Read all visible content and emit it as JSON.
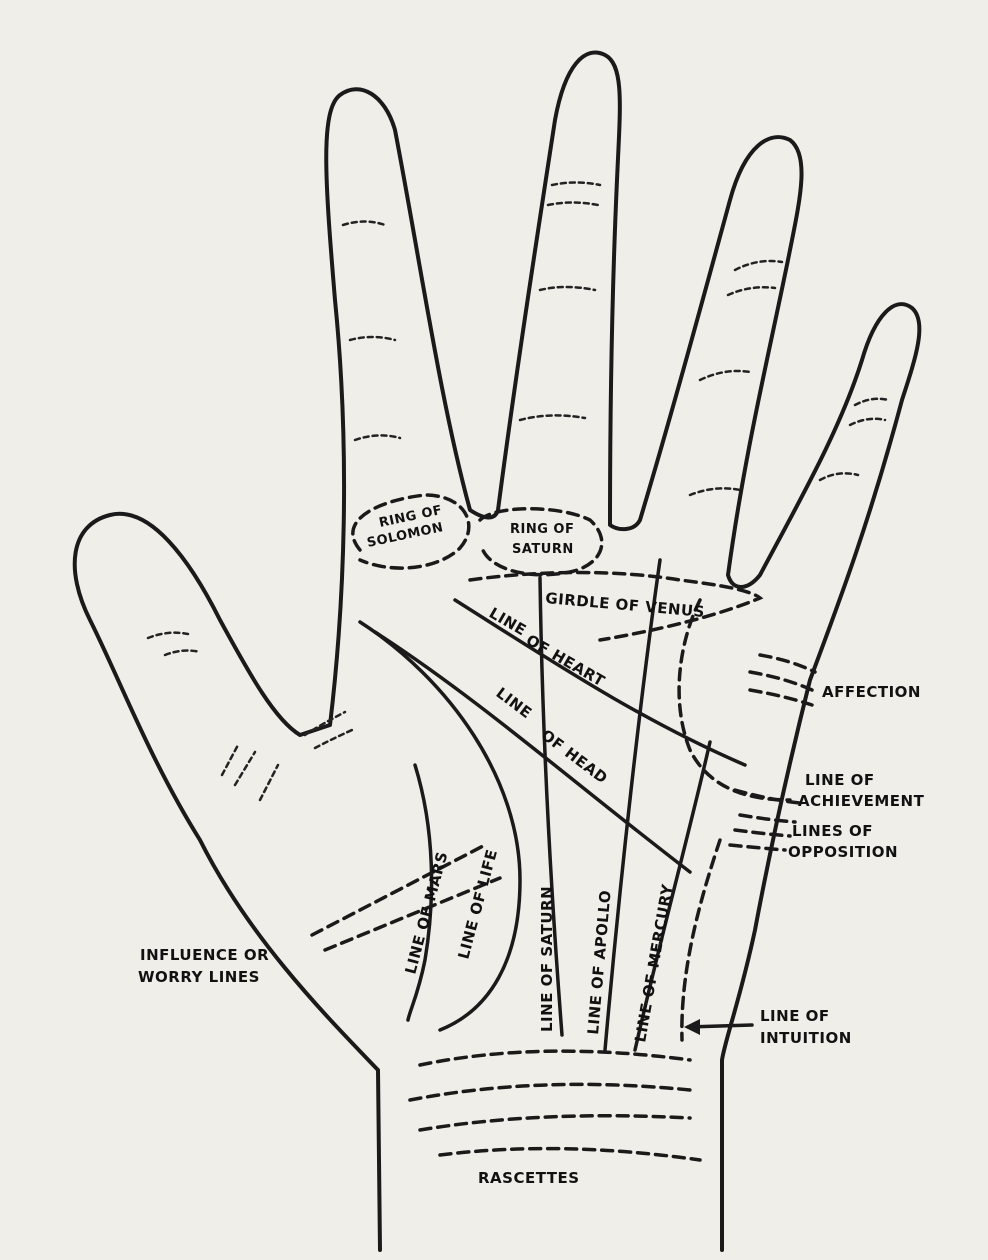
{
  "labels": {
    "ring_of_solomon": [
      "RING OF",
      "SOLOMON"
    ],
    "ring_of_saturn": [
      "RING OF",
      "SATURN"
    ],
    "girdle_of_venus": "GIRDLE OF VENUS",
    "line_of_heart": [
      "LINE",
      "OF HEART"
    ],
    "line_of_head": [
      "LINE",
      "OF HEAD"
    ],
    "affection": "AFFECTION",
    "line_of_achievement": [
      "LINE OF",
      "ACHIEVEMENT"
    ],
    "lines_of_opposition": [
      "LINES OF",
      "OPPOSITION"
    ],
    "line_of_mars": "LINE OF MARS",
    "line_of_life": "LINE OF LIFE",
    "line_of_saturn": "LINE OF SATURN",
    "line_of_apollo": "LINE OF APOLLO",
    "line_of_mercury": "LINE OF MERCURY",
    "influence_or_worry": [
      "INFLUENCE OR",
      "WORRY LINES"
    ],
    "line_of_intuition": [
      "LINE OF",
      "INTUITION"
    ],
    "rascettes": "RASCETTES"
  }
}
